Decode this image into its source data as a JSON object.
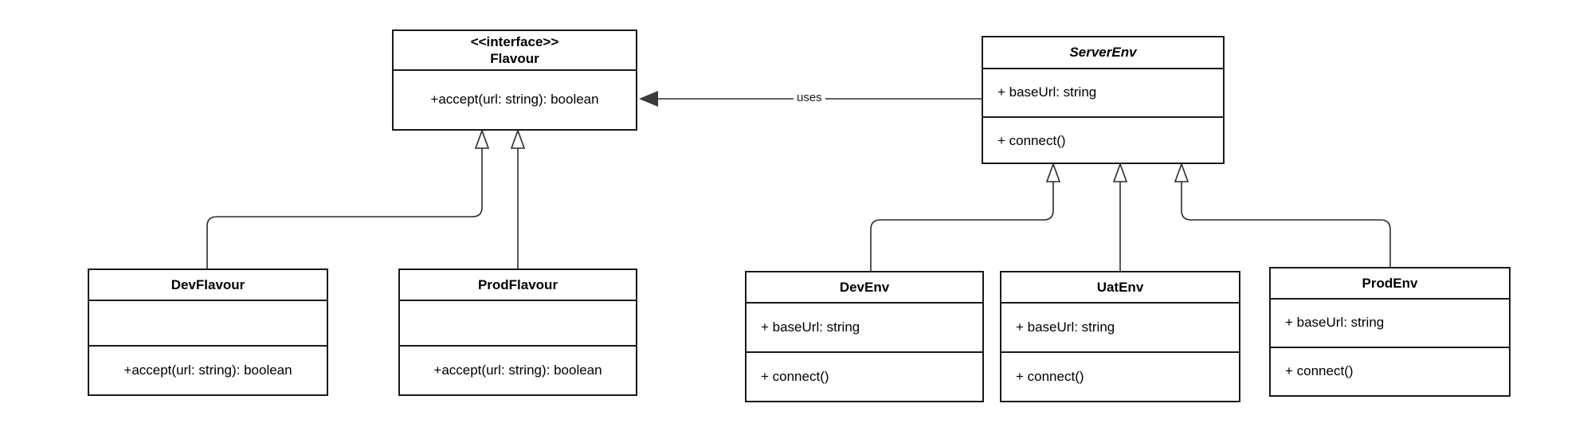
{
  "diagram": {
    "kind": "uml-class-diagram",
    "background": "#ffffff",
    "line_color": "#2b2b2b",
    "border_color": "#1a1a1a"
  },
  "classes": {
    "flavour": {
      "stereotype": "<<interface>>",
      "name": "Flavour",
      "attributes_empty": "",
      "methods": "+accept(url: string): boolean"
    },
    "server_env": {
      "name": "ServerEnv",
      "attribute": "+ baseUrl: string",
      "method": "+ connect()"
    },
    "dev_flavour": {
      "name": "DevFlavour",
      "attributes_empty": "",
      "methods": "+accept(url: string): boolean"
    },
    "prod_flavour": {
      "name": "ProdFlavour",
      "attributes_empty": "",
      "methods": "+accept(url: string): boolean"
    },
    "dev_env": {
      "name": "DevEnv",
      "attribute": "+ baseUrl: string",
      "method": "+ connect()"
    },
    "uat_env": {
      "name": "UatEnv",
      "attribute": "+ baseUrl: string",
      "method": "+ connect()"
    },
    "prod_env": {
      "name": "ProdEnv",
      "attribute": "+ baseUrl: string",
      "method": "+ connect()"
    }
  },
  "relationships": {
    "uses_label": "uses"
  }
}
